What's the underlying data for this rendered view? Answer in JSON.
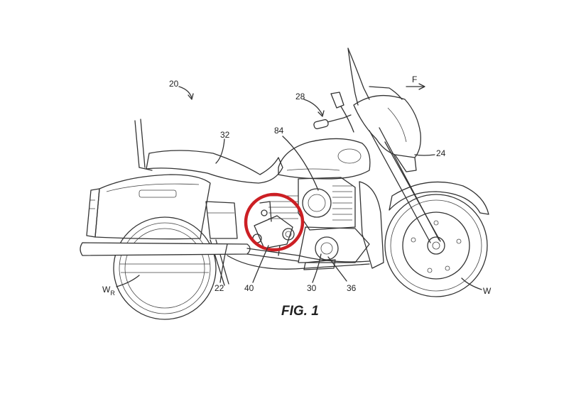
{
  "figure": {
    "caption": "FIG. 1",
    "direction_label": "F",
    "reference_labels": {
      "motorcycle": "20",
      "handlebar": "28",
      "seat": "32",
      "fuel_tank": "84",
      "fairing": "24",
      "frame": "22",
      "highlighted_component": "40",
      "engine_lower": "30",
      "crank": "36",
      "rear_wheel_main": "W",
      "rear_wheel_sub": "R",
      "front_wheel": "W"
    },
    "highlight_color": "#cc1f24"
  }
}
